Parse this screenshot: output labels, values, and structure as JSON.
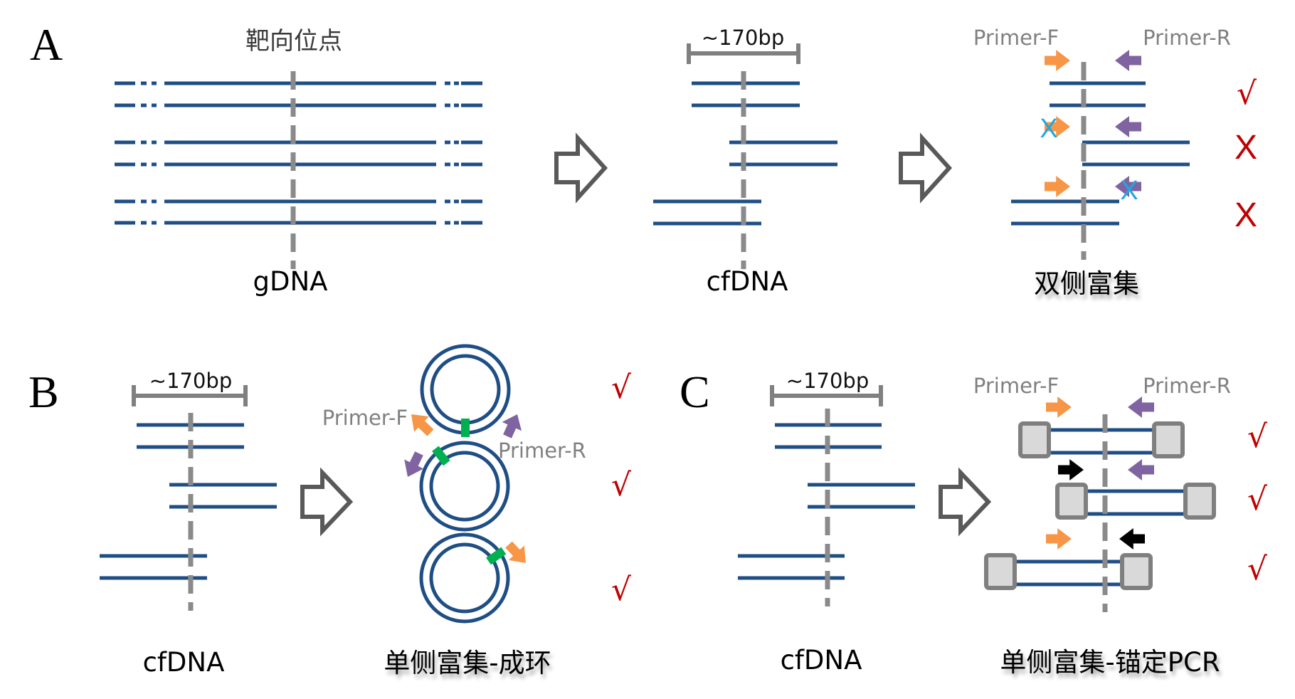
{
  "colors": {
    "dna": "#1f4e85",
    "target_line": "#8a8a8a",
    "primer_f": "#f79646",
    "primer_r": "#8064a2",
    "anchor_primer": "#000000",
    "fail_cross": "#1fa8e0",
    "mark": "#c00000",
    "junction": "#00b050",
    "adapter_fill": "#d9d9d9",
    "adapter_stroke": "#7f7f7f"
  },
  "panel_a": {
    "letter": "A",
    "target_site_title": "靶向位点",
    "gdna_label": "gDNA",
    "cfdna_size": "~170bp",
    "cfdna_label": "cfDNA",
    "primer_f": "Primer-F",
    "primer_r": "Primer-R",
    "method_label": "双侧富集",
    "fail_symbol": "X",
    "results": [
      "√",
      "X",
      "X"
    ]
  },
  "panel_b": {
    "letter": "B",
    "cfdna_size": "~170bp",
    "cfdna_label": "cfDNA",
    "primer_f": "Primer-F",
    "primer_r": "Primer-R",
    "method_label": "单侧富集-成环",
    "results": [
      "√",
      "√",
      "√"
    ]
  },
  "panel_c": {
    "letter": "C",
    "cfdna_size": "~170bp",
    "cfdna_label": "cfDNA",
    "primer_f": "Primer-F",
    "primer_r": "Primer-R",
    "method_label": "单侧富集-锚定PCR",
    "results": [
      "√",
      "√",
      "√"
    ]
  }
}
